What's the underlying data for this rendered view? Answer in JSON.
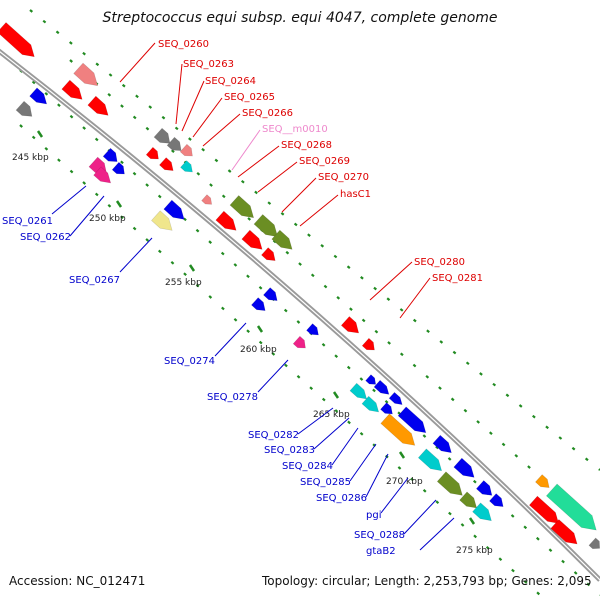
{
  "title": "Streptococcus equi subsp. equi 4047, complete genome",
  "accession": "Accession: NC_012471",
  "topology": "Topology: circular; Length: 2,253,793 bp; Genes: 2,095",
  "colors": {
    "backbone": "#9a9a9a",
    "red": "#ff0000",
    "blue": "#0000ee",
    "olive": "#6b8e23",
    "cyan": "#00cccc",
    "orange": "#ff9900",
    "pink": "#ee2288",
    "lightpink": "#f08080",
    "khaki": "#f0e68c",
    "gray": "#777777",
    "teal": "#22dd99",
    "dots": "#228b22",
    "label_red": "#dd0000",
    "label_blue": "#0000cc",
    "label_pink": "#ee88cc"
  },
  "kbp_ticks": [
    "245 kbp",
    "250 kbp",
    "255 kbp",
    "260 kbp",
    "265 kbp",
    "270 kbp",
    "275 kbp"
  ],
  "labels_red": [
    "SEQ_0260",
    "SEQ_0263",
    "SEQ_0264",
    "SEQ_0265",
    "SEQ_0266",
    "SEQ_0268",
    "SEQ_0269",
    "SEQ_0270",
    "hasC1",
    "SEQ_0280",
    "SEQ_0281"
  ],
  "labels_pink": [
    "SEQ__m0010"
  ],
  "labels_blue": [
    "SEQ_0261",
    "SEQ_0262",
    "SEQ_0267",
    "SEQ_0274",
    "SEQ_0278",
    "SEQ_0282",
    "SEQ_0283",
    "SEQ_0284",
    "SEQ_0285",
    "SEQ_0286",
    "pgi",
    "SEQ_0288",
    "gtaB2"
  ]
}
